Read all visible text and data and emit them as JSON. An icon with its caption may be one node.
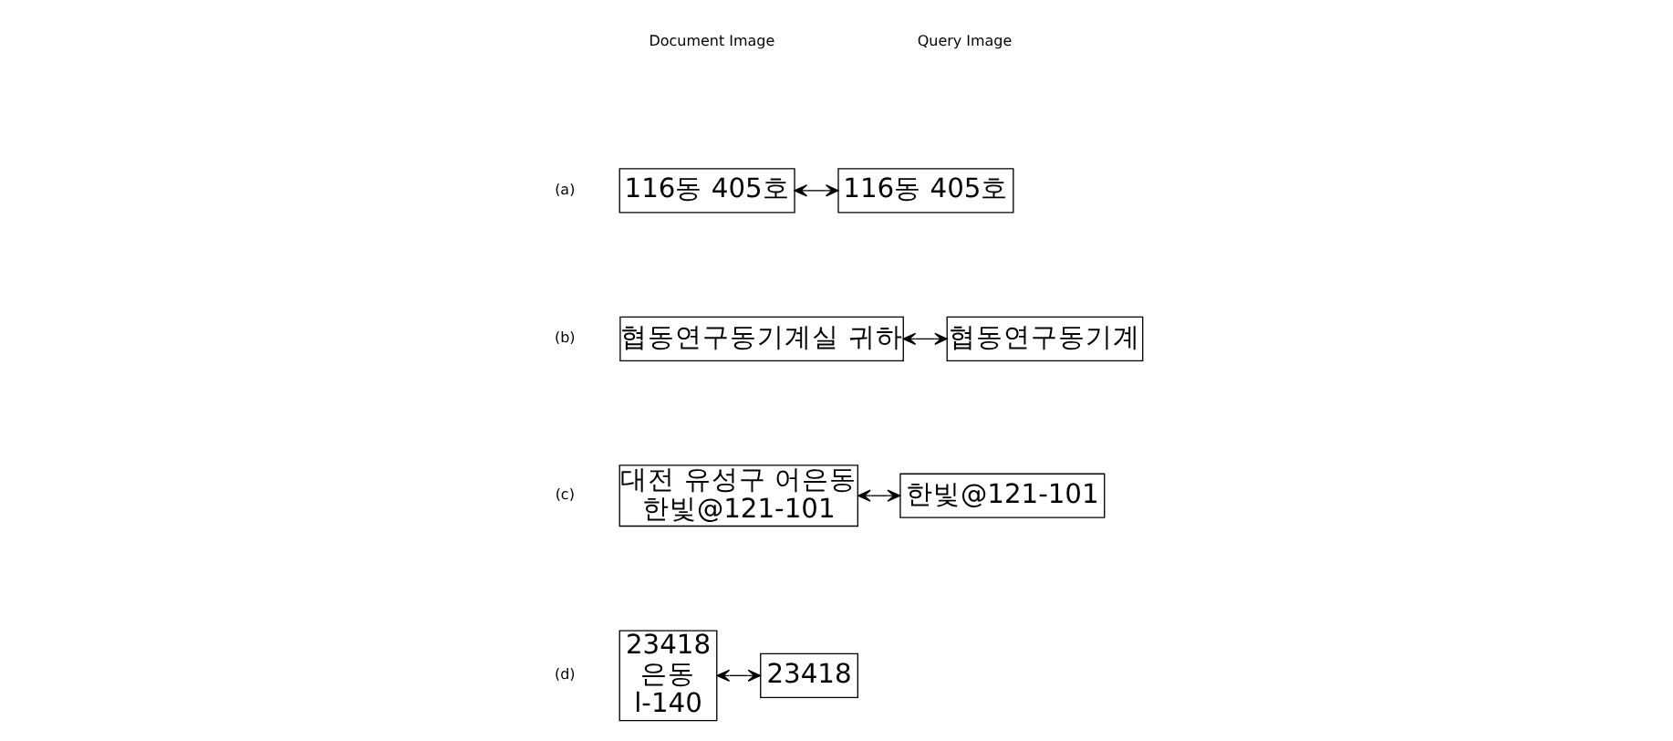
{
  "diagram": {
    "nodes": [
      {
        "text": [
          "116동 405호"
        ]
      },
      {
        "text": [
          "116동 405호"
        ]
      },
      {
        "text": [
          "협동연구동기계실 귀하"
        ]
      },
      {
        "text": [
          "협동연구동기계"
        ]
      },
      {
        "text": [
          "대전 유성구 어은동",
          "한빛@121-101"
        ]
      },
      {
        "text": [
          "한빛@121-101"
        ]
      },
      {
        "text": [
          "23418",
          "은동",
          "l-140"
        ]
      },
      {
        "text": [
          "23418"
        ]
      }
    ],
    "edges": [
      {
        "from": 0,
        "to": 1,
        "arrow": "both"
      },
      {
        "from": 2,
        "to": 3,
        "arrow": "both"
      },
      {
        "from": 4,
        "to": 5,
        "arrow": "both"
      },
      {
        "from": 6,
        "to": 7,
        "arrow": "both"
      }
    ],
    "labels": [
      "Document Image",
      "Query Image",
      "(a)",
      "(b)",
      "(c)",
      "(d)"
    ]
  }
}
